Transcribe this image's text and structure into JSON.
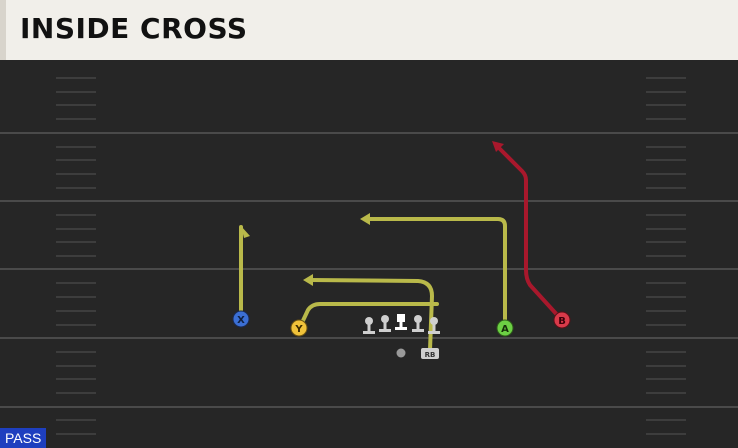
{
  "play": {
    "title": "INSIDE CROSS",
    "play_type": "PASS"
  },
  "colors": {
    "field": "#262626",
    "yard_line": "#4a4a4a",
    "hash": "#3d3d3d",
    "route_yellow": "#b9b94a",
    "route_red": "#a8182c",
    "header_bg": "#f1efea",
    "pass_badge": "#1e3fbf"
  },
  "players": [
    {
      "id": "X",
      "label": "X",
      "color": "#3b6fd4"
    },
    {
      "id": "Y",
      "label": "Y",
      "color": "#f0c23a"
    },
    {
      "id": "A",
      "label": "A",
      "color": "#6cd044"
    },
    {
      "id": "B",
      "label": "B",
      "color": "#d93a4a"
    },
    {
      "id": "RB",
      "label": "RB",
      "color": "#cfcfcf"
    }
  ],
  "icons": {
    "lineman": "lineman-icon",
    "center": "center-icon",
    "quarterback": "quarterback-icon"
  }
}
